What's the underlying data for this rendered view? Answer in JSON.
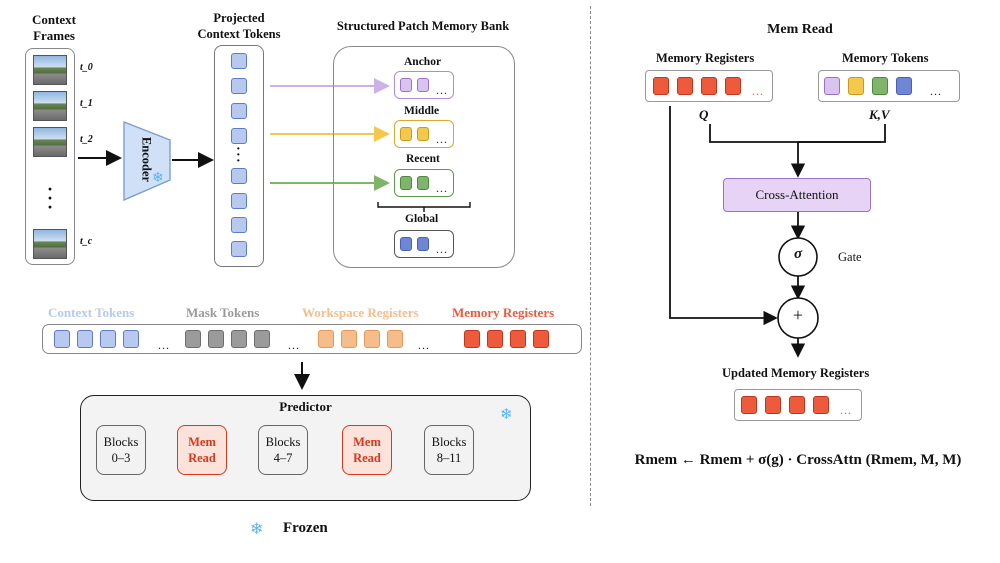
{
  "left": {
    "context_frames_label": "Context\nFrames",
    "frame_labels": [
      "t_0",
      "t_1",
      "t_2",
      "t_c"
    ],
    "encoder_label": "Encoder",
    "projected_label": "Projected\nContext Tokens",
    "bank_title": "Structured Patch Memory Bank",
    "bank_sections": [
      "Anchor",
      "Middle",
      "Recent",
      "Global"
    ],
    "token_groups": [
      "Context Tokens",
      "Mask Tokens",
      "Workspace Registers",
      "Memory Registers"
    ],
    "predictor_title": "Predictor",
    "blocks": [
      {
        "text": "Blocks\n0–3",
        "type": "block"
      },
      {
        "text": "Mem\nRead",
        "type": "mem"
      },
      {
        "text": "Blocks\n4–7",
        "type": "block"
      },
      {
        "text": "Mem\nRead",
        "type": "mem"
      },
      {
        "text": "Blocks\n8–11",
        "type": "block"
      }
    ],
    "frozen_label": "Frozen"
  },
  "right": {
    "title": "Mem Read",
    "mem_registers_label": "Memory Registers",
    "mem_tokens_label": "Memory Tokens",
    "q_label": "Q",
    "kv_label": "K,V",
    "cross_attention_label": "Cross-Attention",
    "sigma_label": "σ",
    "gate_label": "Gate",
    "plus_label": "+",
    "updated_label": "Updated Memory Registers",
    "formula": "Rmem ← Rmem + σ(g) · CrossAttn (Rmem, M, M)"
  },
  "colors": {
    "context": "#b7c9ef",
    "mask": "#9b9b9b",
    "workspace": "#f6bd8c",
    "memory": "#ee5a3c",
    "anchor": "#d9c4f0",
    "middle": "#f2c94c",
    "recent": "#7fb56b",
    "global": "#6f86d6",
    "cross_attention": "#e6d3f5",
    "frozen": "#5ab4f0"
  }
}
